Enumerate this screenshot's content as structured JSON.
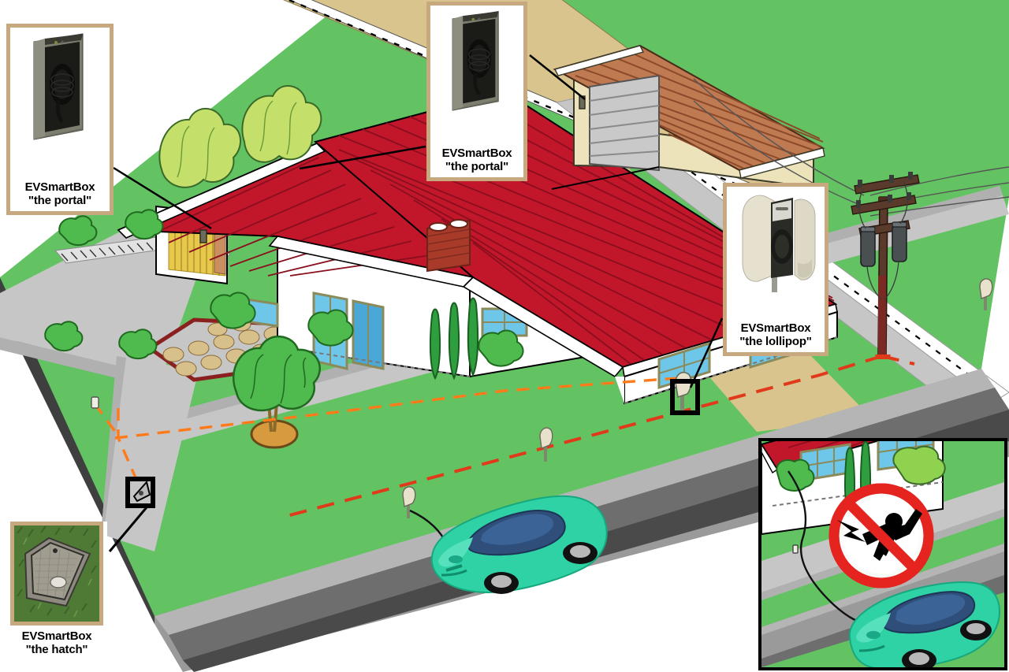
{
  "title": "EVSmartBox residential EV charging installation — isometric site diagram",
  "callouts": [
    {
      "id": "portal-left",
      "icon": "portal-photo",
      "line1": "EVSmartBox",
      "line2": "\"the portal\"",
      "target": "house-wall-mounted-unit",
      "frame_color": "#c8a87e"
    },
    {
      "id": "portal-top",
      "icon": "portal-photo",
      "line1": "EVSmartBox",
      "line2": "\"the portal\"",
      "target": "garage-wall-mounted-unit",
      "frame_color": "#c8a87e"
    },
    {
      "id": "lollipop",
      "icon": "lollipop-photo",
      "line1": "EVSmartBox",
      "line2": "\"the lollipop\"",
      "target": "curbside-pedestal",
      "frame_color": "#c8a87e"
    },
    {
      "id": "hatch",
      "icon": "hatch-photo",
      "line1": "EVSmartBox",
      "line2": "\"the hatch\"",
      "target": "in-ground-vault",
      "frame_color": "#c8a87e"
    }
  ],
  "scene": {
    "house": {
      "roof_color": "#c2162b",
      "wall_color": "#ffffff",
      "window_color": "#6ec6e8",
      "chimney_color": "#a83a2a",
      "pergola_color": "#e8c84a"
    },
    "garage": {
      "roof_color": "#c07a52",
      "wall_color": "#ede3ba",
      "door_color": "#c9c9c9"
    },
    "ground": {
      "lawn_color": "#63c363",
      "sidewalk_color": "#c6c6c6",
      "driveway_color": "#d9c48d",
      "road_color": "#9a9a9a",
      "curb_color": "#6e6e6e",
      "soil_edge_color": "#4a4a4a"
    },
    "vehicle": {
      "label": "electric-vehicle",
      "body_color": "#2fd2a5",
      "glass_color": "#2f4f7a"
    },
    "utility_pole": {
      "label": "utility-pole-with-transformers",
      "pole_color": "#5a3a2a",
      "transformer_count": 2
    },
    "underground_line": {
      "label": "buried-service-conductor",
      "color": "#ff7a18",
      "style": "dashed"
    },
    "service_drop_line": {
      "label": "utility-service-lateral",
      "color": "#e03a1a",
      "style": "dashed"
    },
    "markers": [
      {
        "id": "hatch-marker",
        "shape": "square-highlight",
        "color": "#000000"
      },
      {
        "id": "lollipop-marker",
        "shape": "square-highlight",
        "color": "#000000"
      }
    ]
  },
  "inset": {
    "label": "safety-detail-inset",
    "border_color": "#000000",
    "sign": {
      "name": "no-electric-shock-sign",
      "ring_color": "#e52420",
      "field_color": "#ffffff",
      "symbol_color": "#000000",
      "meaning": "electric shock hazard prohibited"
    },
    "shows": "trailing charging cable from house across lawn and sidewalk to vehicle"
  }
}
